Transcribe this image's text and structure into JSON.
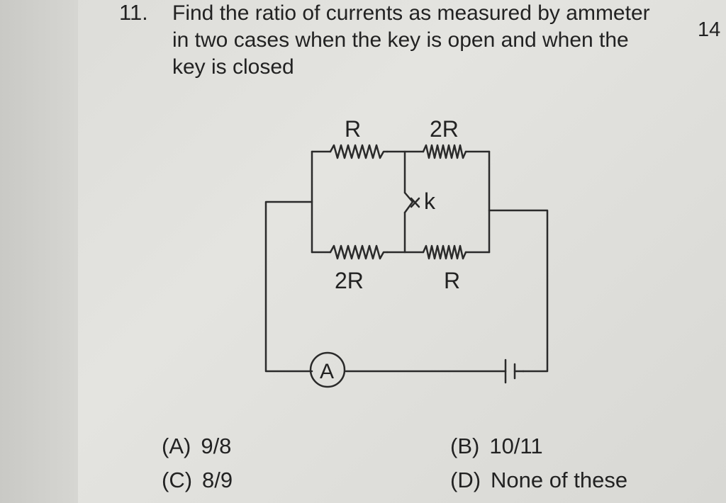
{
  "question": {
    "number": "11.",
    "lines": [
      "Find the ratio of currents as measured by ammeter",
      "in two cases when the key is open and when the",
      "key is closed"
    ],
    "page_number": "14"
  },
  "circuit": {
    "resistors": {
      "top_left": "R",
      "top_right": "2R",
      "bottom_left": "2R",
      "bottom_right": "R"
    },
    "key_label": "k",
    "ammeter_label": "A"
  },
  "options": [
    {
      "label": "(A)",
      "text": "9/8"
    },
    {
      "label": "(B)",
      "text": "10/11"
    },
    {
      "label": "(C)",
      "text": "8/9"
    },
    {
      "label": "(D)",
      "text": "None of these"
    }
  ]
}
